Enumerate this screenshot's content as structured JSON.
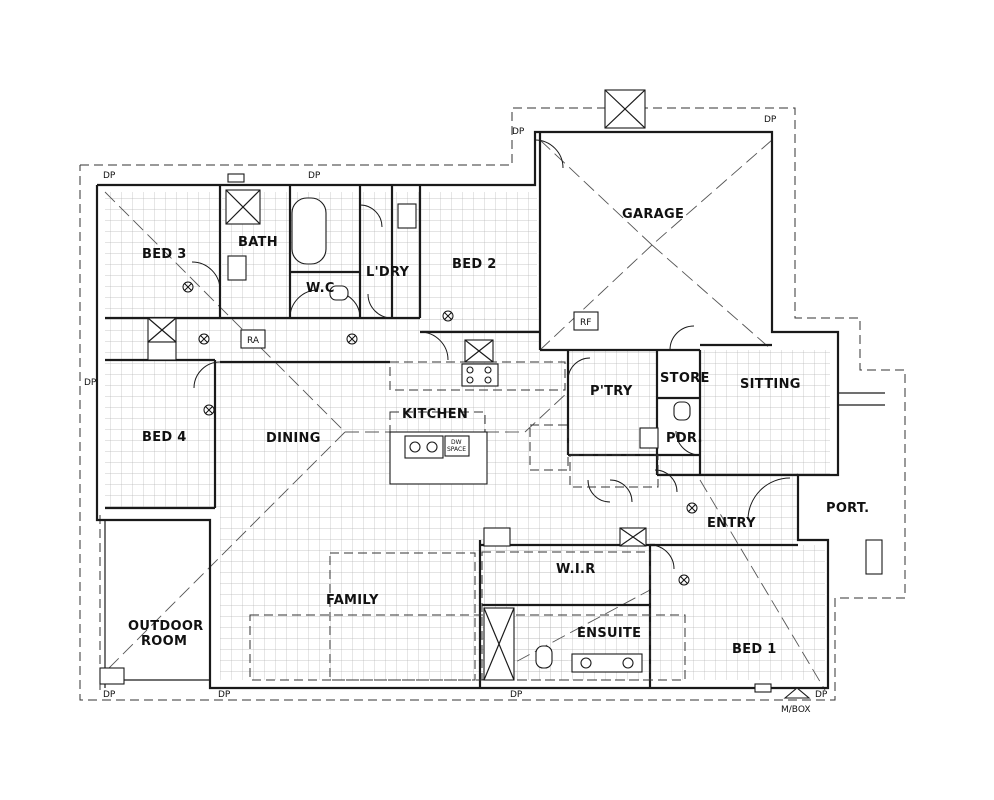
{
  "rooms": {
    "garage": "GARAGE",
    "bed3": "BED 3",
    "bath": "BATH",
    "laundry": "L'DRY",
    "bed2": "BED 2",
    "wc": "W.C",
    "bed4": "BED 4",
    "dining": "DINING",
    "kitchen": "KITCHEN",
    "pantry": "P'TRY",
    "store": "STORE",
    "sitting": "SITTING",
    "pdr": "PDR.",
    "entry": "ENTRY",
    "portico": "PORT.",
    "wir": "W.I.R",
    "family": "FAMILY",
    "ensuite": "ENSUITE",
    "bed1": "BED 1",
    "outdoor_line1": "OUTDOOR",
    "outdoor_line2": "ROOM"
  },
  "fixtures": {
    "rf": "RF",
    "ra": "RA",
    "dw_line1": "DW",
    "dw_line2": "SPACE"
  },
  "services": {
    "downpipe": "DP",
    "meterbox": "M/BOX"
  }
}
